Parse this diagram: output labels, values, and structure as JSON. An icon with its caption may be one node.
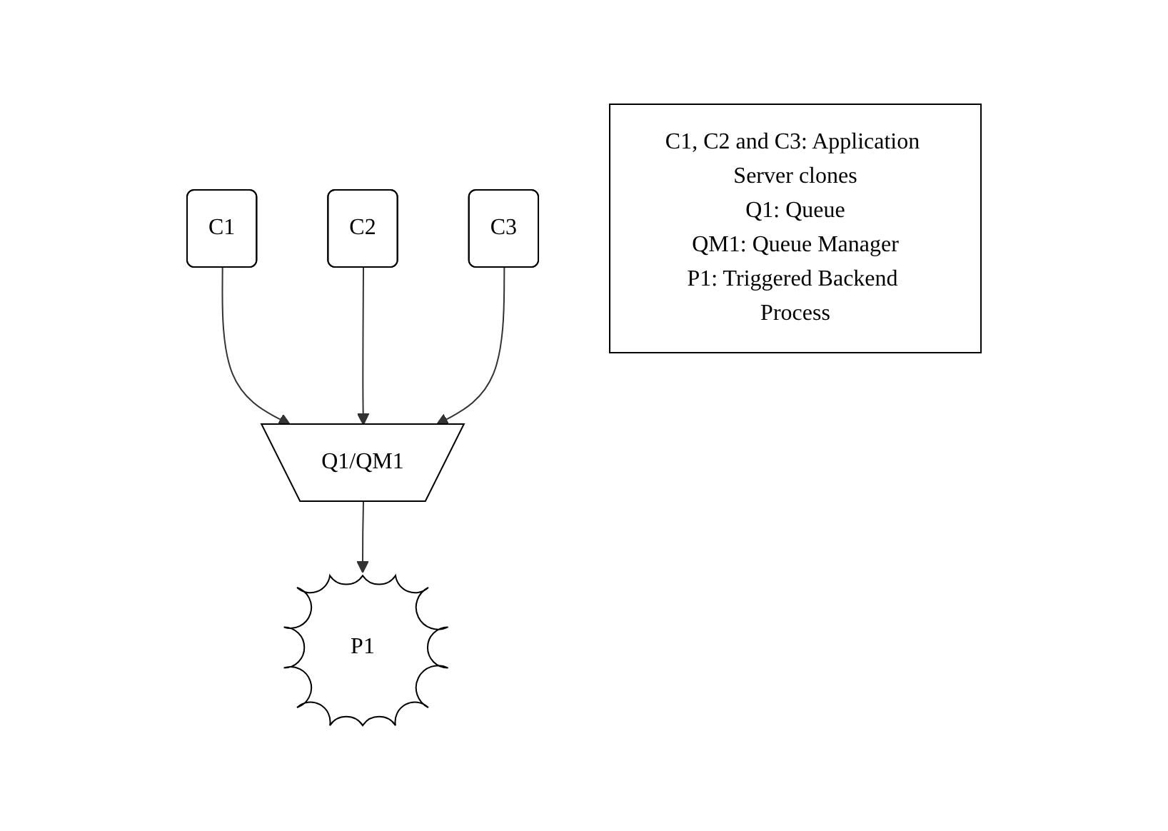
{
  "diagram": {
    "nodes": [
      {
        "text": [
          "C1"
        ]
      },
      {
        "text": [
          "C2"
        ]
      },
      {
        "text": [
          "C3"
        ]
      },
      {
        "text": [
          "Q1/QM1"
        ]
      },
      {
        "text": [
          "P1"
        ]
      },
      {
        "text": [
          "C1, C2 and C3: Application Server clones",
          "Q1: Queue",
          "QM1: Queue Manager",
          "P1: Triggered Backend Process"
        ]
      }
    ],
    "edges": [
      {
        "from": 0,
        "to": 3,
        "arrow": "to"
      },
      {
        "from": 1,
        "to": 3,
        "arrow": "to"
      },
      {
        "from": 2,
        "to": 3,
        "arrow": "to"
      },
      {
        "from": 3,
        "to": 4,
        "arrow": "to"
      }
    ]
  }
}
